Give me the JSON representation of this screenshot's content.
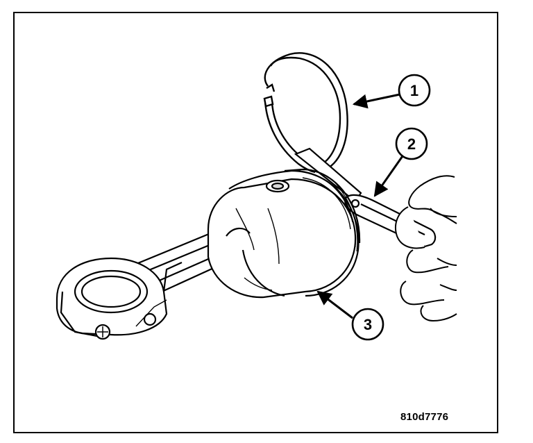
{
  "figure": {
    "code": "810d7776",
    "callouts": [
      {
        "number": "1"
      },
      {
        "number": "2"
      },
      {
        "number": "3"
      }
    ]
  },
  "colors": {
    "line": "#000000",
    "background": "#ffffff",
    "shade": "#d9d9d9"
  }
}
